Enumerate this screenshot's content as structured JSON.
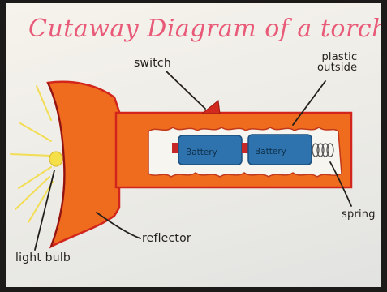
{
  "title": "Cutaway Diagram of a torch..",
  "labels": {
    "switch": "switch",
    "plastic_outside": "plastic\noutside",
    "spring": "spring",
    "reflector": "reflector",
    "light_bulb": "light bulb"
  },
  "batteries": [
    "Battery",
    "Battery"
  ],
  "colors": {
    "title": "#e85a78",
    "body_fill": "#ef6b1e",
    "body_outline": "#d2261c",
    "battery": "#2f73ae",
    "battery_cap": "#c62828",
    "bulb": "#f5e04a",
    "light_rays": "#f2dd54",
    "ink": "#231f1c"
  }
}
